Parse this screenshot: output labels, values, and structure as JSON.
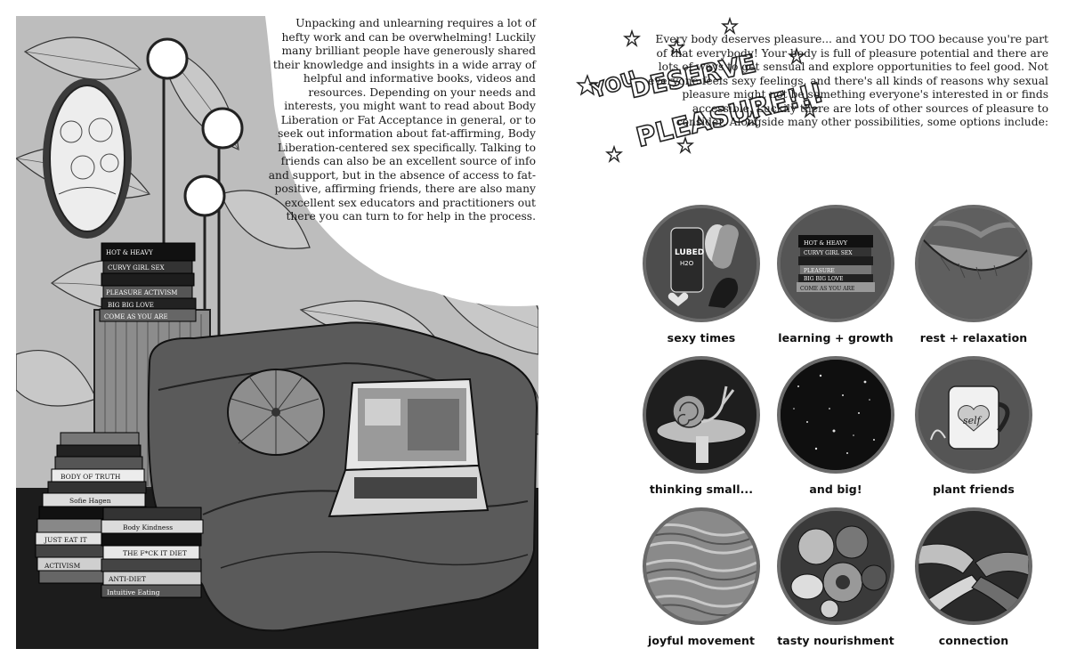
{
  "left_page": {
    "intro_paragraph": "Unpacking and unlearning requires a lot of hefty work and can be overwhelming! Luckily many brilliant people have generously shared their knowledge and insights in a wide array of helpful and informative books, videos and resources. Depending on your needs and interests, you might want to read about Body Liberation or Fat Acceptance in general, or to seek out information about fat-affirming, Body Liberation-centered sex specifically. Talking to friends can also be an excellent source of info and support, but in the absence of access to fat-positive, affirming friends, there are also many excellent sex educators and practitioners out there you can turn to for help in the process.",
    "side_table_books": [
      "HOT & HEAVY",
      "CURVY GIRL SEX",
      "PLEASURE ACTIVISM",
      "BIG BIG LOVE",
      "COME AS YOU ARE"
    ],
    "floor_books": [
      "Body Kindness",
      "THE F*CK IT DIET",
      "BODY OF TRUTH",
      "Sofie Hagen",
      "JUST EAT IT",
      "ANTI-DIET",
      "Intuitive Eating",
      "ACTIVISM"
    ]
  },
  "right_page": {
    "title_line1": "YOU",
    "title_line2": "DESERVE",
    "title_line3": "PLEASURE!!!",
    "body_paragraph": "Every body deserves pleasure... and YOU DO TOO because you're part of that everybody! Your body is full of pleasure potential and there are lots of ways to get sensual and explore opportunities to feel good. Not everyone feels sexy feelings, and there's all kinds of reasons why sexual pleasure might not be something everyone's interested in or finds accessible. Luckily there are lots of other sources of pleasure to consider. Alongside many other possibilities, some options include:",
    "lube_label": "LUBED",
    "lube_sub": "H2O",
    "mug_word": "self",
    "options": [
      {
        "label": "sexy times"
      },
      {
        "label": "learning + growth"
      },
      {
        "label": "rest + relaxation"
      },
      {
        "label": "thinking small..."
      },
      {
        "label": "and big!"
      },
      {
        "label": "plant friends"
      },
      {
        "label": "joyful movement"
      },
      {
        "label": "tasty nourishment"
      },
      {
        "label": "connection"
      }
    ]
  }
}
